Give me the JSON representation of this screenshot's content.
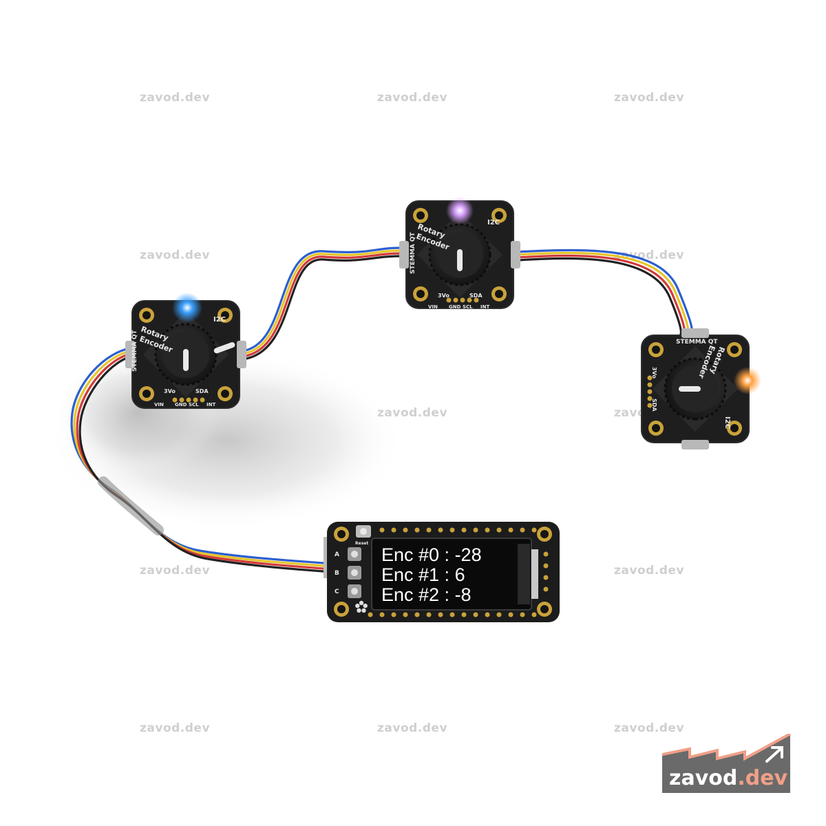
{
  "watermarks": [
    {
      "text": "zavod.dev"
    },
    {
      "text": "zavod.dev"
    },
    {
      "text": "zavod.dev"
    },
    {
      "text": "zavod.dev"
    },
    {
      "text": "zavod.dev"
    },
    {
      "text": "zavod.dev"
    },
    {
      "text": "zavod.dev"
    },
    {
      "text": "zavod.dev"
    },
    {
      "text": "zavod.dev"
    },
    {
      "text": "zavod.dev"
    },
    {
      "text": "zavod.dev"
    },
    {
      "text": "zavod.dev"
    }
  ],
  "logo": {
    "text_main": "zavod",
    "text_accent": ".dev"
  },
  "oled": {
    "line0": "Enc #0 : -28",
    "line1": "Enc #1 : 6",
    "line2": "Enc #2 : -8"
  },
  "encoder_board": {
    "title_line1": "Rotary",
    "title_line2": "Encoder",
    "brand": "STEMMA QT",
    "i2c": "I2C",
    "pin_3v": "3Vo",
    "pin_sda": "SDA",
    "pin_vin": "VIN",
    "pin_gnd": "GND",
    "pin_scl": "SCL",
    "pin_int": "INT"
  },
  "feather": {
    "btn_a": "A",
    "btn_b": "B",
    "btn_c": "C",
    "reset": "Reset"
  },
  "colors": {
    "pcb": "#1e1e1f",
    "knob": "#202020",
    "led_blue": "#3aa0ff",
    "led_purple": "#d8a0ff",
    "led_orange": "#ffa040",
    "logo_bg": "#6a6a6a",
    "logo_accent": "#f0a089"
  }
}
